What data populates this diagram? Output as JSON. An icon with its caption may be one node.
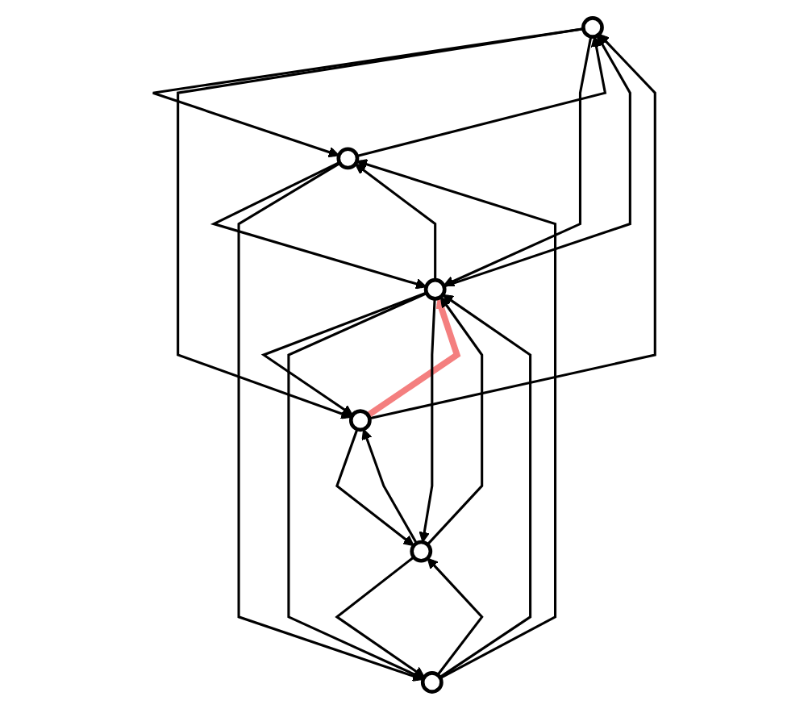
{
  "diagram": {
    "nodes": [
      {
        "text": [],
        "shape": "circle"
      },
      {
        "text": [],
        "shape": "circle"
      },
      {
        "text": [],
        "shape": "circle"
      },
      {
        "text": [],
        "shape": "circle"
      },
      {
        "text": [],
        "shape": "circle"
      },
      {
        "text": [],
        "shape": "circle"
      }
    ],
    "edges": [
      {
        "from": 1,
        "to": 0,
        "arrow": "to"
      },
      {
        "from": 0,
        "to": 1,
        "arrow": "to"
      },
      {
        "from": 2,
        "to": 0,
        "arrow": "to"
      },
      {
        "from": 0,
        "to": 2,
        "arrow": "to"
      },
      {
        "from": 3,
        "to": 0,
        "arrow": "to"
      },
      {
        "from": 0,
        "to": 3,
        "arrow": "to"
      },
      {
        "from": 3,
        "to": 1,
        "arrow": "to"
      },
      {
        "from": 1,
        "to": 3,
        "arrow": "to"
      },
      {
        "from": 3,
        "to": 2,
        "arrow": "to"
      },
      {
        "from": 2,
        "to": 3,
        "arrow": "to",
        "style": "thick",
        "color": "#f47f7f"
      },
      {
        "from": 4,
        "to": 1,
        "arrow": "to"
      },
      {
        "from": 1,
        "to": 4,
        "arrow": "to"
      },
      {
        "from": 4,
        "to": 3,
        "arrow": "to"
      },
      {
        "from": 3,
        "to": 4,
        "arrow": "to"
      },
      {
        "from": 3,
        "to": 5,
        "arrow": "to"
      },
      {
        "from": 5,
        "to": 3,
        "arrow": "to"
      },
      {
        "from": 5,
        "to": 2,
        "arrow": "to"
      },
      {
        "from": 2,
        "to": 5,
        "arrow": "to"
      },
      {
        "from": 4,
        "to": 5,
        "arrow": "to"
      },
      {
        "from": 5,
        "to": 4,
        "arrow": "to"
      }
    ]
  }
}
